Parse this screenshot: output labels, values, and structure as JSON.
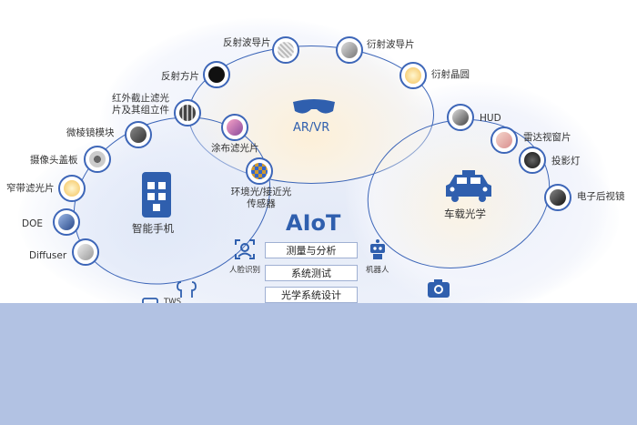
{
  "center": {
    "title": "AIoT",
    "boxes": [
      "测量与分析",
      "系统测试",
      "光学系统设计"
    ]
  },
  "ar_vr": {
    "title": "AR/VR"
  },
  "phone": {
    "title": "智能手机"
  },
  "car": {
    "title": "车载光学"
  },
  "face_id": {
    "label": "人脸识别"
  },
  "robot": {
    "label": "机器人"
  },
  "tws": {
    "label": "TWS"
  },
  "components": {
    "reflective_waveguide": "反射波导片",
    "diffractive_waveguide": "衍射波导片",
    "reflective_square": "反射方片",
    "diffractive_wafer": "衍射晶圆",
    "ir_cut_filter": "红外截止滤光片及其组立件",
    "coated_filter": "涂布滤光片",
    "ambient_sensor": "环境光/接近光传感器",
    "micro_prism": "微棱镜模块",
    "camera_cover": "摄像头盖板",
    "narrowband_filter": "窄带滤光片",
    "doe": "DOE",
    "diffuser": "Diffuser",
    "hud": "HUD",
    "radar_window": "雷达视窗片",
    "projector_lamp": "投影灯",
    "rear_mirror": "电子后视镜"
  },
  "colors": {
    "accent": "#3d66b8",
    "title": "#2f5fae",
    "band": "#b2c2e3"
  }
}
